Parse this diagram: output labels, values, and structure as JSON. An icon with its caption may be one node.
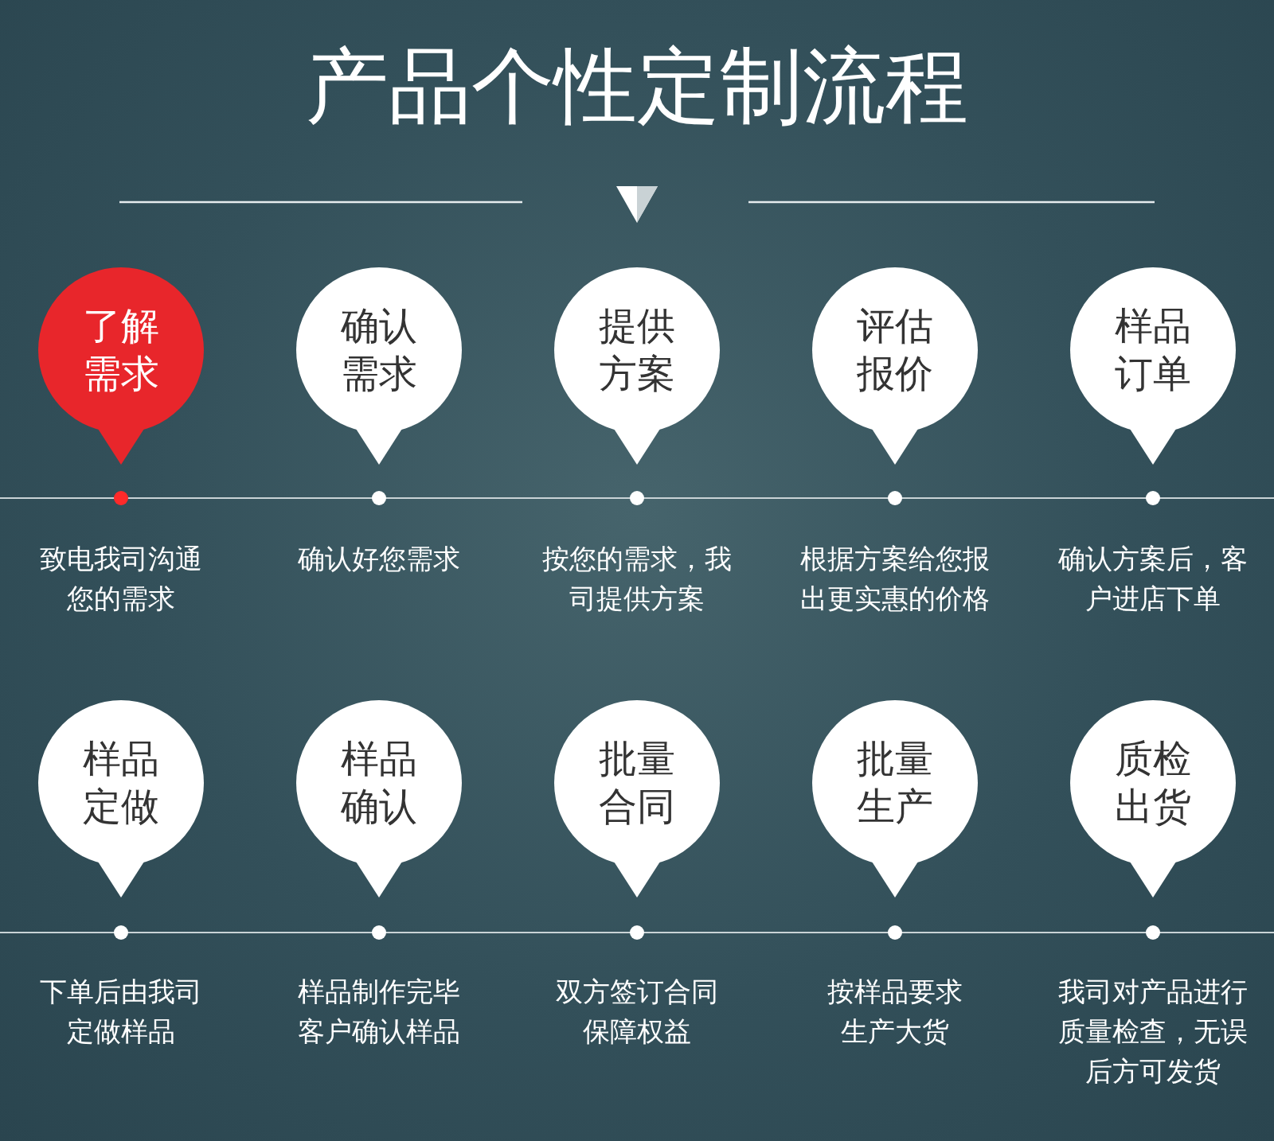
{
  "diagram": {
    "title": "产品个性定制流程",
    "nodes": [
      {
        "text": [
          "了解需求"
        ],
        "beside": [
          "致电我司沟通您的需求"
        ]
      },
      {
        "text": [
          "确认需求"
        ],
        "beside": [
          "确认好您需求"
        ]
      },
      {
        "text": [
          "提供方案"
        ],
        "beside": [
          "按您的需求，我司提供方案"
        ]
      },
      {
        "text": [
          "评估报价"
        ],
        "beside": [
          "根据方案给您报出更实惠的价格"
        ]
      },
      {
        "text": [
          "样品订单"
        ],
        "beside": [
          "确认方案后，客户进店下单"
        ]
      },
      {
        "text": [
          "样品定做"
        ],
        "beside": [
          "下单后由我司定做样品"
        ]
      },
      {
        "text": [
          "样品确认"
        ],
        "beside": [
          "样品制作完毕客户确认样品"
        ]
      },
      {
        "text": [
          "批量合同"
        ],
        "beside": [
          "双方签订合同保障权益"
        ]
      },
      {
        "text": [
          "批量生产"
        ],
        "beside": [
          "按样品要求生产大货"
        ]
      },
      {
        "text": [
          "质检出货"
        ],
        "beside": [
          "我司对产品进行质量检查，无误后方可发货"
        ]
      }
    ]
  }
}
